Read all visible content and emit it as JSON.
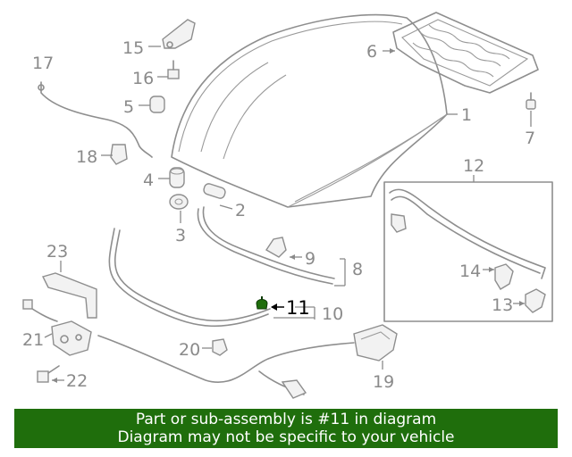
{
  "diagram": {
    "labels": {
      "p1": "1",
      "p2": "2",
      "p3": "3",
      "p4": "4",
      "p5": "5",
      "p6": "6",
      "p7": "7",
      "p8": "8",
      "p9": "9",
      "p10": "10",
      "p11": "11",
      "p12": "12",
      "p13": "13",
      "p14": "14",
      "p15": "15",
      "p16": "16",
      "p17": "17",
      "p18": "18",
      "p19": "19",
      "p20": "20",
      "p21": "21",
      "p22": "22",
      "p23": "23"
    },
    "highlighted_part": "11",
    "colors": {
      "line": "#8e8e8e",
      "highlight": "#1f6e0c",
      "label": "#8a8a8a"
    }
  },
  "banner": {
    "line1": "Part or sub-assembly is #11 in diagram",
    "line2": "Diagram may not be specific to your vehicle",
    "color": "#1f6e0c"
  }
}
